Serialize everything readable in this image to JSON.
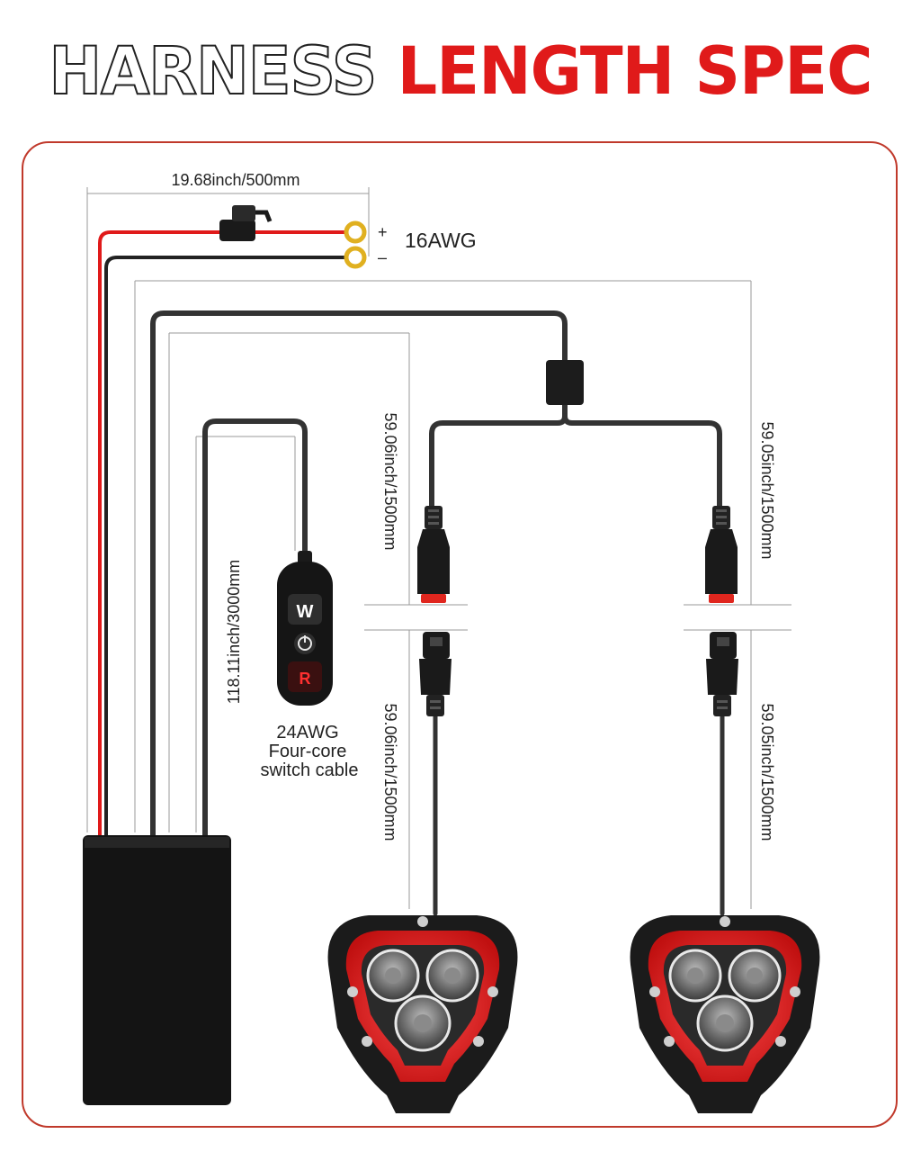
{
  "title": {
    "outline_part": "HARNESS",
    "accent_part": "LENGTH SPEC"
  },
  "labels": {
    "battery_cable_length": "19.68inch/500mm",
    "battery_gauge": "16AWG",
    "plus": "+",
    "minus": "–",
    "switch_length": "118.11inch/3000mm",
    "splitter_left_length": "59.06inch/1500mm",
    "splitter_right_length": "59.05inch/1500mm",
    "lamp_left_length": "59.06inch/1500mm",
    "lamp_right_length": "59.05inch/1500mm",
    "switch_cable_line1": "24AWG",
    "switch_cable_line2": "Four-core",
    "switch_cable_line3": "switch cable",
    "button_w": "W",
    "button_r": "R"
  },
  "colors": {
    "accent": "#e01a1a",
    "cable": "#222222",
    "frame": "#c0392b",
    "lamp_ring": "#e8262a"
  }
}
